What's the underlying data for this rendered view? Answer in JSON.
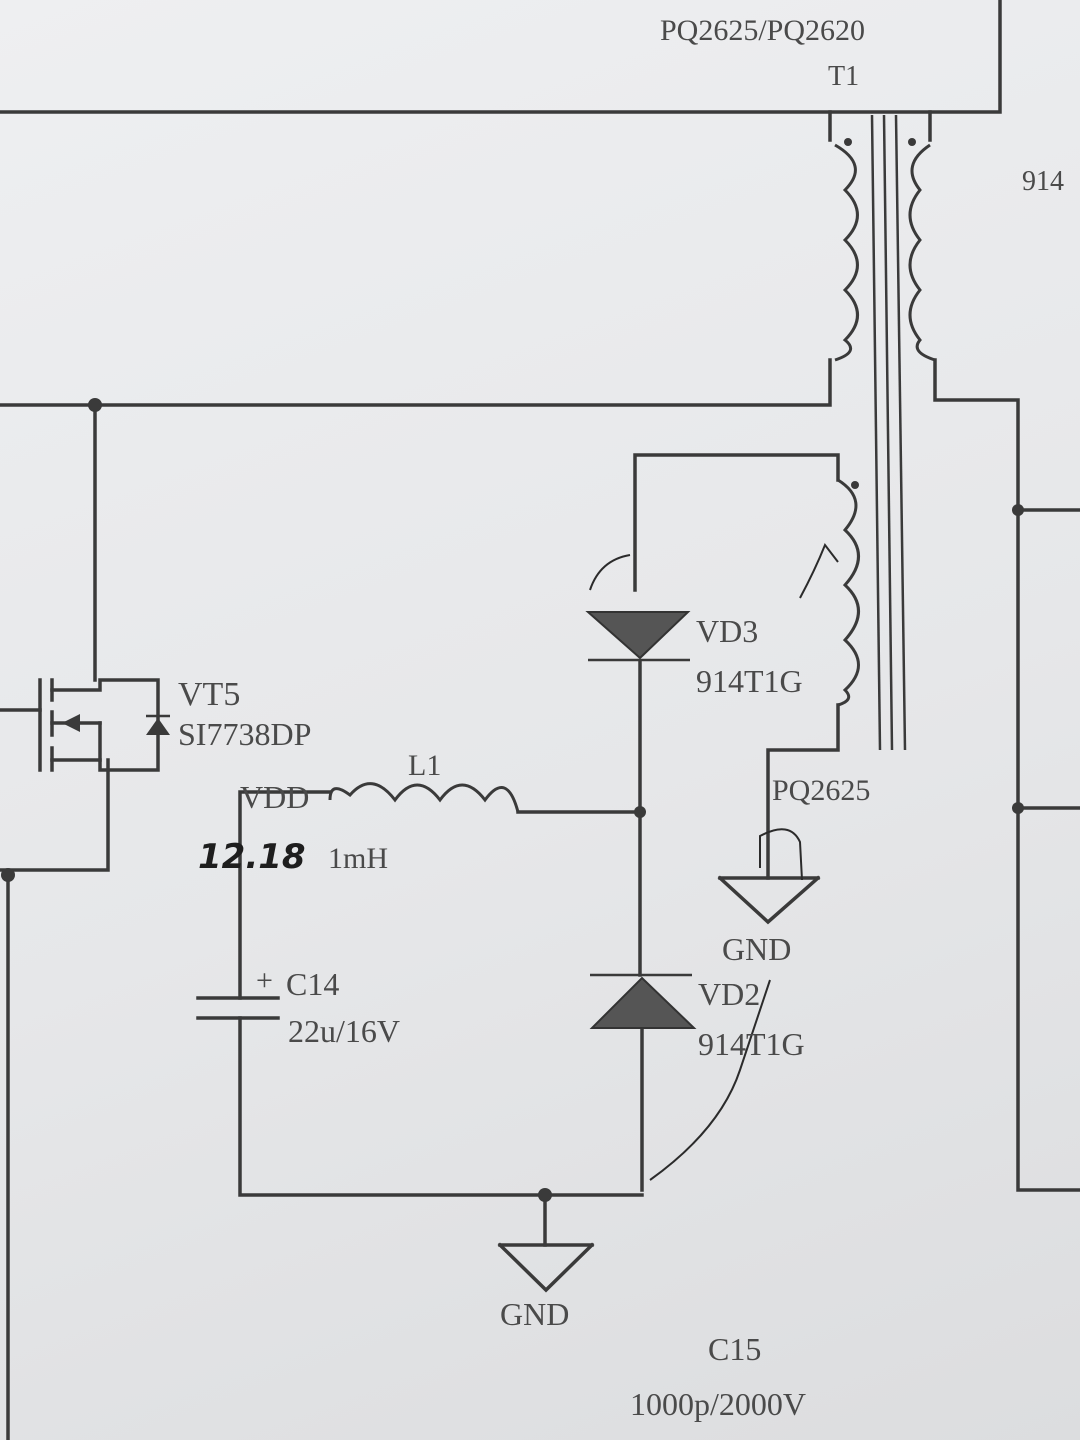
{
  "transformer": {
    "part": "PQ2625/PQ2620",
    "ref": "T1",
    "aux_label": "PQ2625"
  },
  "edge_label": "914",
  "mosfet": {
    "ref": "VT5",
    "part": "SI7738DP"
  },
  "inductor": {
    "ref": "L1",
    "value": "1mH"
  },
  "supply": {
    "net": "VDD",
    "handwritten_note": "12.18"
  },
  "capacitor_c14": {
    "polarity": "+",
    "ref": "C14",
    "value": "22u/16V"
  },
  "diode_vd3": {
    "ref": "VD3",
    "part": "914T1G"
  },
  "diode_vd2": {
    "ref": "VD2",
    "part": "914T1G"
  },
  "ground_aux": "GND",
  "ground_main": "GND",
  "capacitor_c15": {
    "ref": "C15",
    "value": "1000p/2000V"
  }
}
